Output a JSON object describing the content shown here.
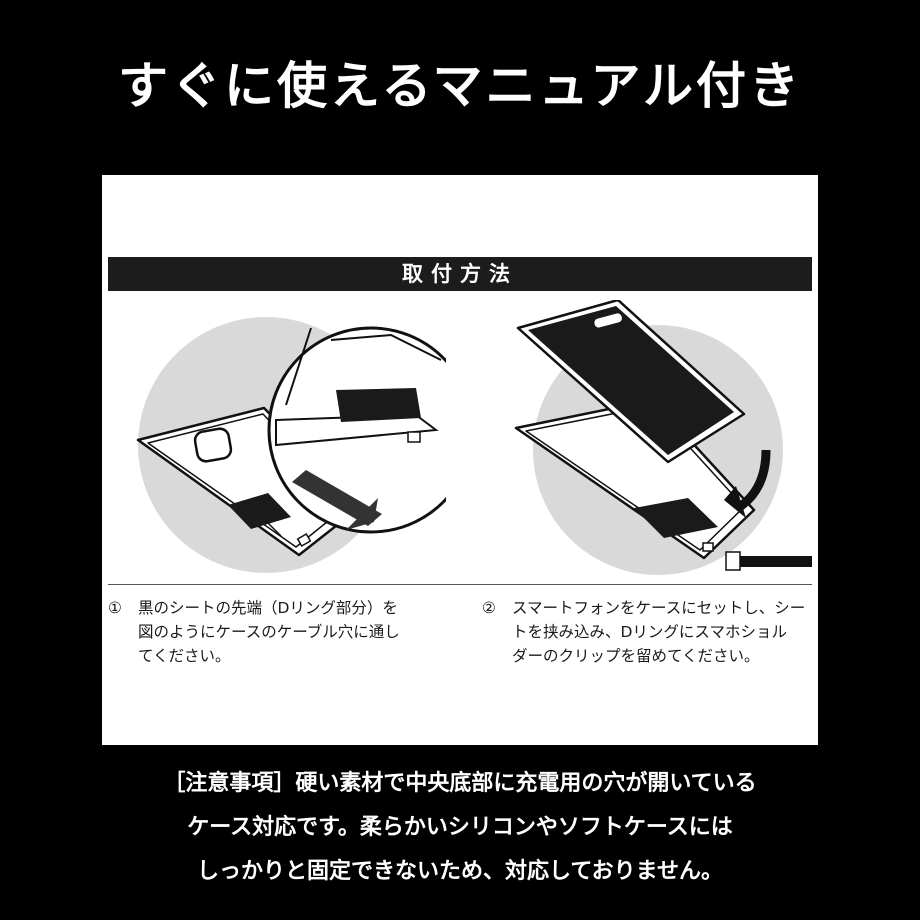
{
  "headline": "すぐに使えるマニュアル付き",
  "manual": {
    "section_title": "取付方法",
    "steps": [
      {
        "number": "①",
        "lines": [
          "黒のシートの先端（Dリング部分）を",
          "図のようにケースのケーブル穴に通し",
          "てください。"
        ]
      },
      {
        "number": "②",
        "lines": [
          "スマートフォンをケースにセットし、シー",
          "トを挟み込み、Dリングにスマホショル",
          "ダーのクリップを留めてください。"
        ]
      }
    ]
  },
  "notice": {
    "lines": [
      "［注意事項］硬い素材で中央底部に充電用の穴が開いている",
      "ケース対応です。柔らかいシリコンやソフトケースには",
      "しっかりと固定できないため、対応しておりません。"
    ]
  },
  "colors": {
    "background": "#000000",
    "panel": "#ffffff",
    "bar": "#1c1c1c",
    "illustration_circle": "#d9d9d9"
  }
}
